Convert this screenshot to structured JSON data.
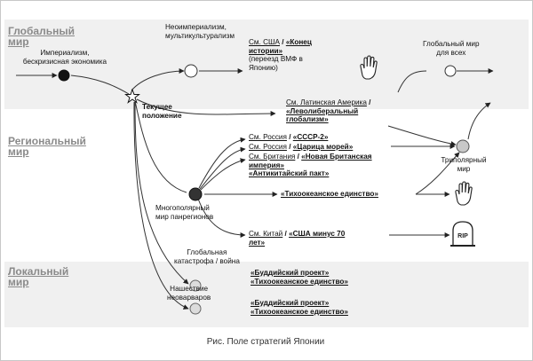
{
  "zones": {
    "global": [
      "Глобальный",
      "мир"
    ],
    "regional": [
      "Региональный",
      "мир"
    ],
    "local": [
      "Локальный",
      "мир"
    ]
  },
  "nodes": {
    "imperialism": [
      "Империализм,",
      "бескризисная экономика"
    ],
    "neoimperialism": [
      "Неоимпериализм,",
      "мультикультурализм"
    ],
    "current": [
      "Текущее",
      "положение"
    ],
    "multipolar": [
      "Многополярный",
      "мир панрегионов"
    ],
    "global_for_all": [
      "Глобальный мир",
      "для всех"
    ],
    "tripolar": [
      "Триполярный",
      "мир"
    ],
    "catastrophe": [
      "Глобальная",
      "катастрофа / война"
    ],
    "barbarians": [
      "Нашествие",
      "неоварваров"
    ]
  },
  "refs": {
    "usa": {
      "prefix": "См. США",
      "sep": " / ",
      "title1": "«Конец",
      "title2": "истории»",
      "note": [
        "(переезд ВМФ в",
        "Японию)"
      ]
    },
    "latam": {
      "prefix": "См. Латинская Америка",
      "sep": " / ",
      "title1": "«Леволиберальный",
      "title2": "глобализм»"
    },
    "russia1": {
      "prefix": "См. Россия",
      "sep": " / ",
      "title": "«СССР-2»"
    },
    "russia2": {
      "prefix": "См. Россия",
      "sep": " / ",
      "title": "«Царица морей»"
    },
    "britain": {
      "prefix": "См. Британия",
      "sep": " / ",
      "title1": "«Новая Британская",
      "title2": "империя»",
      "title3": "«Антикитайский пакт»"
    },
    "pacific": "«Тихоокеанское единство»",
    "china": {
      "prefix": "См. Китай",
      "sep": " / ",
      "title1": "«США минус 70",
      "title2": "лет»"
    },
    "local1": [
      "«Буддийский проект»",
      "«Тихоокеанское единство»"
    ],
    "local2": [
      "«Буддийский проект»",
      "«Тихоокеанское единство»"
    ]
  },
  "icons": {
    "hand_stop": "hand-stop-icon",
    "tombstone": "tombstone-icon",
    "tombstone_text": "RIP"
  },
  "caption": "Рис. Поле стратегий Японии"
}
